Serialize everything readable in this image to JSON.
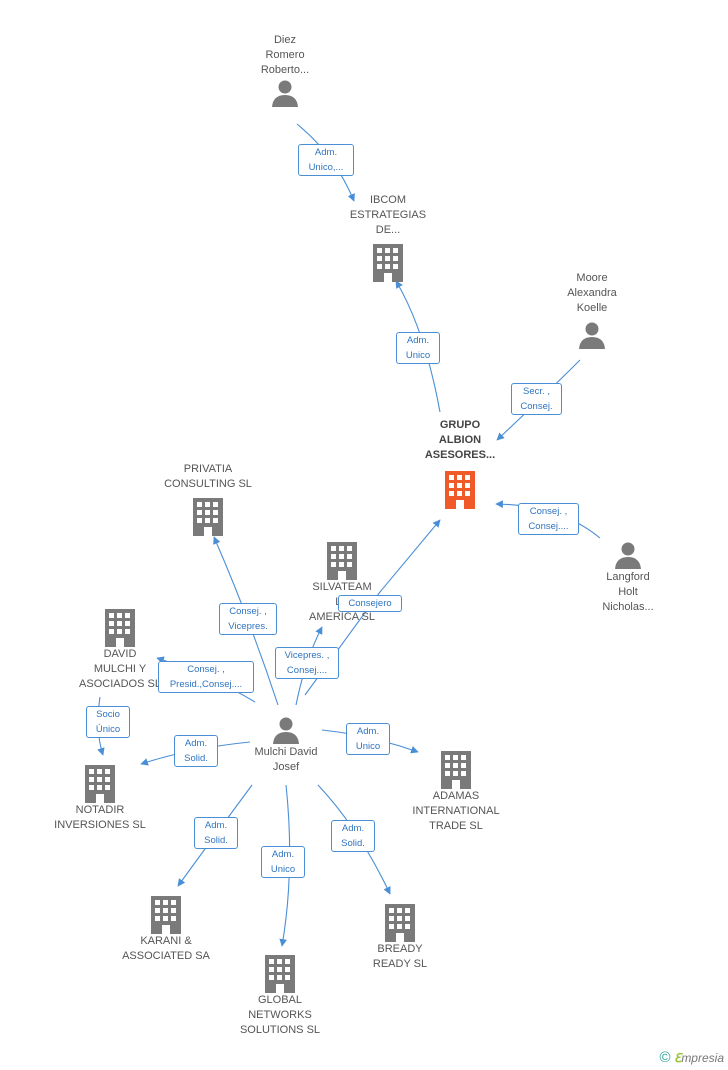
{
  "colors": {
    "edge": "#4a8fd6",
    "icon": "#7a7a7a",
    "focus_icon": "#f05a28",
    "badge_text": "#2f74c0"
  },
  "nodes": {
    "diez": {
      "label": "Diez\nRomero\nRoberto...",
      "icon": "person-icon"
    },
    "ibcom": {
      "label": "IBCOM\nESTRATEGIAS\nDE...",
      "icon": "building-icon"
    },
    "moore": {
      "label": "Moore\nAlexandra\nKoelle",
      "icon": "person-icon"
    },
    "grupo": {
      "label": "GRUPO\nALBION\nASESORES...",
      "icon": "building-icon"
    },
    "langford": {
      "label": "Langford\nHolt\nNicholas...",
      "icon": "person-icon"
    },
    "privatia": {
      "label": "PRIVATIA\nCONSULTING  SL",
      "icon": "building-icon"
    },
    "silvateam": {
      "label": "SILVATEAM\nLA\nAMERICA  SL",
      "icon": "building-icon"
    },
    "david": {
      "label": "DAVID\nMULCHI Y\nASOCIADOS SL",
      "icon": "building-icon"
    },
    "mulchi": {
      "label": "Mulchi David\nJosef",
      "icon": "person-icon"
    },
    "notadir": {
      "label": "NOTADIR\nINVERSIONES SL",
      "icon": "building-icon"
    },
    "adamas": {
      "label": "ADAMAS\nINTERNATIONAL\nTRADE SL",
      "icon": "building-icon"
    },
    "karani": {
      "label": "KARANI &\nASSOCIATED SA",
      "icon": "building-icon"
    },
    "global": {
      "label": "GLOBAL\nNETWORKS\nSOLUTIONS SL",
      "icon": "building-icon"
    },
    "bready": {
      "label": "BREADY\nREADY  SL",
      "icon": "building-icon"
    }
  },
  "badges": {
    "b1": "Adm.\nUnico,...",
    "b2": "Adm.\nUnico",
    "b3": "Secr. ,\nConsej.",
    "b4": "Consej. ,\nConsej....",
    "b5": "Consej. ,\nVicepres.",
    "b6": "Consejero",
    "b7": "Vicepres. ,\nConsej....",
    "b8": "Consej. ,\nPresid.,Consej....",
    "b9": "Socio\nÚnico",
    "b10": "Adm.\nSolid.",
    "b11": "Adm.\nUnico",
    "b12": "Adm.\nSolid.",
    "b13": "Adm.\nUnico",
    "b14": "Adm.\nSolid."
  },
  "footer": {
    "copyright": "©",
    "brand_e": "ℇ",
    "brand_rest": "mpresia"
  }
}
